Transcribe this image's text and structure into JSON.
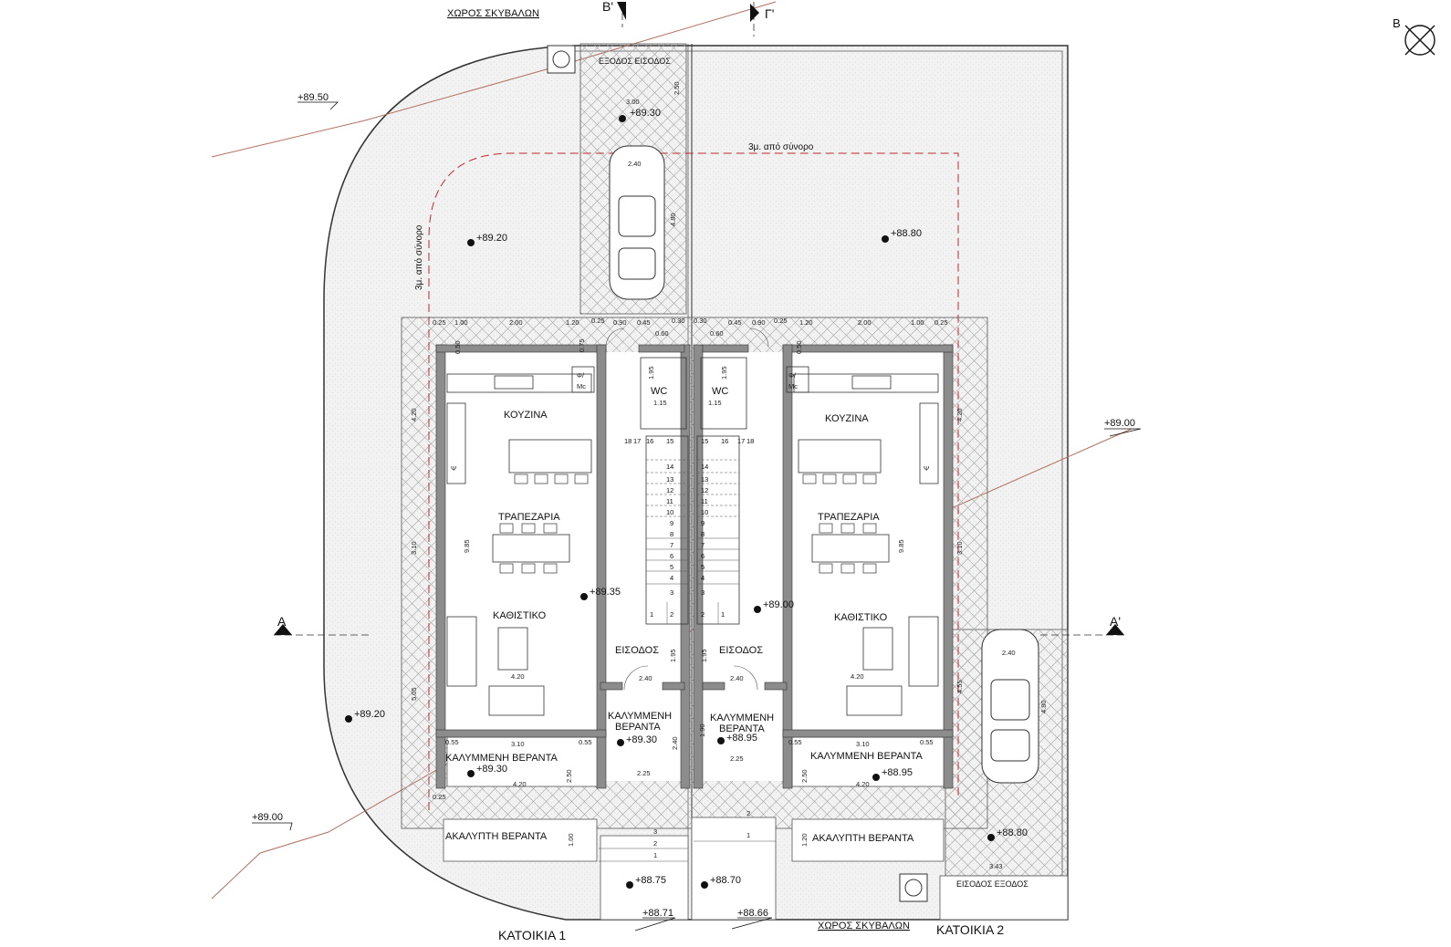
{
  "north": {
    "label": "Β"
  },
  "sections": {
    "a": "Α",
    "a_prime": "Α'",
    "b_prime": "Β'",
    "g_prime": "Γ'"
  },
  "top": {
    "waste_area": "ΧΩΡΟΣ ΣΚΥΒΑΛΩΝ",
    "exit_entrance": "ΕΞΟΔΟΣ ΕΙΣΟΔΟΣ",
    "setback_h": "3μ. από σύνορο",
    "setback_v": "3μ. από σύνορο"
  },
  "bottom": {
    "waste_area": "ΧΩΡΟΣ ΣΚΥΒΑΛΩΝ",
    "exit_entrance": "ΕΙΣΟΔΟΣ ΕΞΟΔΟΣ",
    "house1": "ΚΑΤΟΙΚΙΑ 1",
    "house2": "ΚΑΤΟΙΚΙΑ 2"
  },
  "levels": {
    "l1": "+89.50",
    "l2": "+89.30",
    "l3": "+89.20",
    "l4": "+88.80",
    "l5": "+89.00",
    "l6": "+89.35",
    "l7": "+89.00",
    "l8": "+89.20",
    "l9": "+89.00",
    "l10": "+89.30",
    "l11": "+88.95",
    "l12": "+89.30",
    "l13": "+88.95",
    "l14": "+88.80",
    "l15": "+88.75",
    "l16": "+88.70",
    "l17": "+88.71",
    "l18": "+88.66"
  },
  "rooms": {
    "kitchen": "ΚΟΥΖΙΝΑ",
    "dining": "ΤΡΑΠΕΖΑΡΙΑ",
    "living": "ΚΑΘΙΣΤΙΚΟ",
    "entrance": "ΕΙΣΟΔΟΣ",
    "wc": "WC",
    "covered_veranda_line1": "ΚΑΛΥΜΜΕΝΗ",
    "covered_veranda_line2": "ΒΕΡΑΝΤΑ",
    "covered_veranda": "ΚΑΛΥΜΜΕΝΗ ΒΕΡΑΝΤΑ",
    "open_veranda": "ΑΚΑΛΥΠΤΗ ΒΕΡΑΝΤΑ",
    "fridge_1": "Φ/",
    "fridge_2": "Mc",
    "psi": "Ψ"
  },
  "dims": {
    "d025": "0.25",
    "d100": "1.00",
    "d200": "2.00",
    "d120": "1.20",
    "d090": "0.90",
    "d045": "0.45",
    "d030": "0.30",
    "d060": "0.60",
    "d050": "0.50",
    "d075": "0.75",
    "d195": "1.95",
    "d115": "1.15",
    "d420": "4.20",
    "d310": "3.10",
    "d985": "9.85",
    "d505": "5.05",
    "d055": "0.55",
    "d240": "2.40",
    "d225": "2.25",
    "d250": "2.50",
    "d190": "1.90",
    "d300": "3.00",
    "d480": "4.80",
    "d455": "4.55",
    "d343": "3.43"
  },
  "stairs": {
    "left_top": [
      "18",
      "17",
      "16",
      "15"
    ],
    "left_col": [
      "14",
      "13",
      "12",
      "11",
      "10",
      "9",
      "8",
      "7",
      "6",
      "5",
      "4"
    ],
    "right_top": [
      "15",
      "16",
      "17",
      "18"
    ],
    "bottom": [
      "3",
      "2",
      "1"
    ]
  },
  "ext_steps": {
    "s1": "1",
    "s2": "2",
    "s3": "3"
  },
  "colors": {
    "wall": "#8c8c8c",
    "hatch": "#9a9a9a",
    "setback": "#c0282c",
    "contour": "#b07060",
    "paving": "#ececec"
  }
}
